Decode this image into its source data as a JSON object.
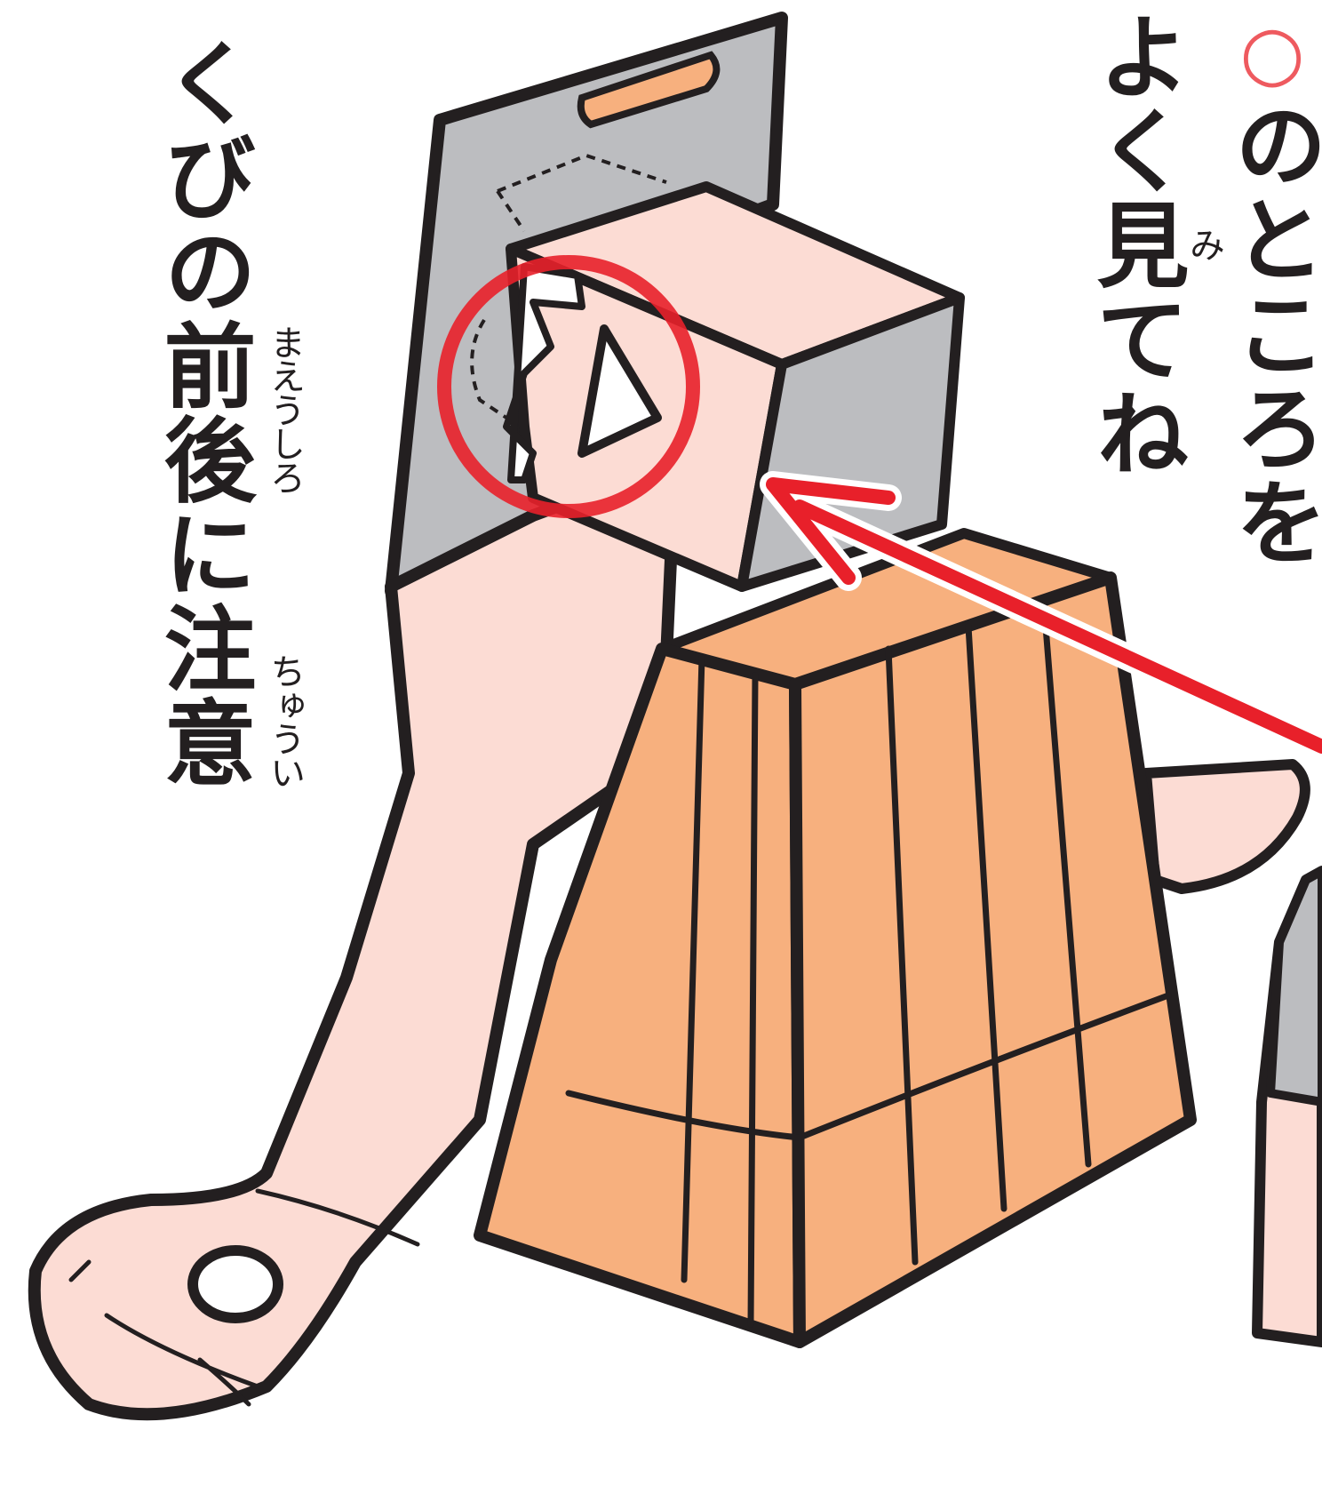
{
  "caption": {
    "line1_mark": "○",
    "line1_text": "のところを",
    "line2_pre": "よく",
    "line2_kanji": "見",
    "line2_post": "てね",
    "line2_ruby": "み"
  },
  "note": {
    "pre": "くびの",
    "kanji1": "前後",
    "mid": "に",
    "kanji2": "注意",
    "ruby1": "まえうしろ",
    "ruby2": "ちゅうい"
  },
  "colors": {
    "outline": "#231f20",
    "skin": "#fcdcd4",
    "wood": "#f7b07e",
    "metal": "#bcbdc0",
    "highlight_red": "#e8202a",
    "circle_mark": "#ee5a5f"
  }
}
